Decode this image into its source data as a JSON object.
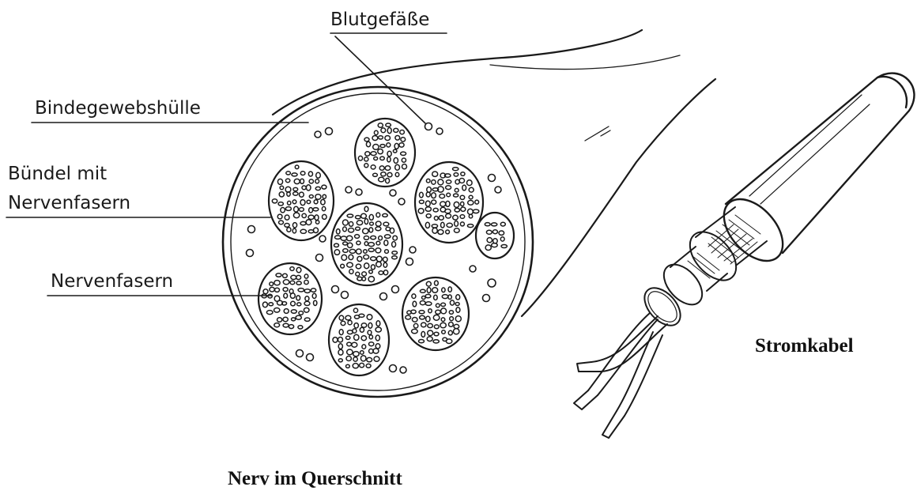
{
  "labels": {
    "blood_vessels": "Blutgefäße",
    "sheath": "Bindegewebshülle",
    "bundle_line1": "Bündel mit",
    "bundle_line2": "Nervenfasern",
    "fibers": "Nervenfasern"
  },
  "captions": {
    "nerve": "Nerv im Querschnitt",
    "cable": "Stromkabel"
  },
  "colors": {
    "ink": "#1a1a1a",
    "background": "#ffffff"
  }
}
